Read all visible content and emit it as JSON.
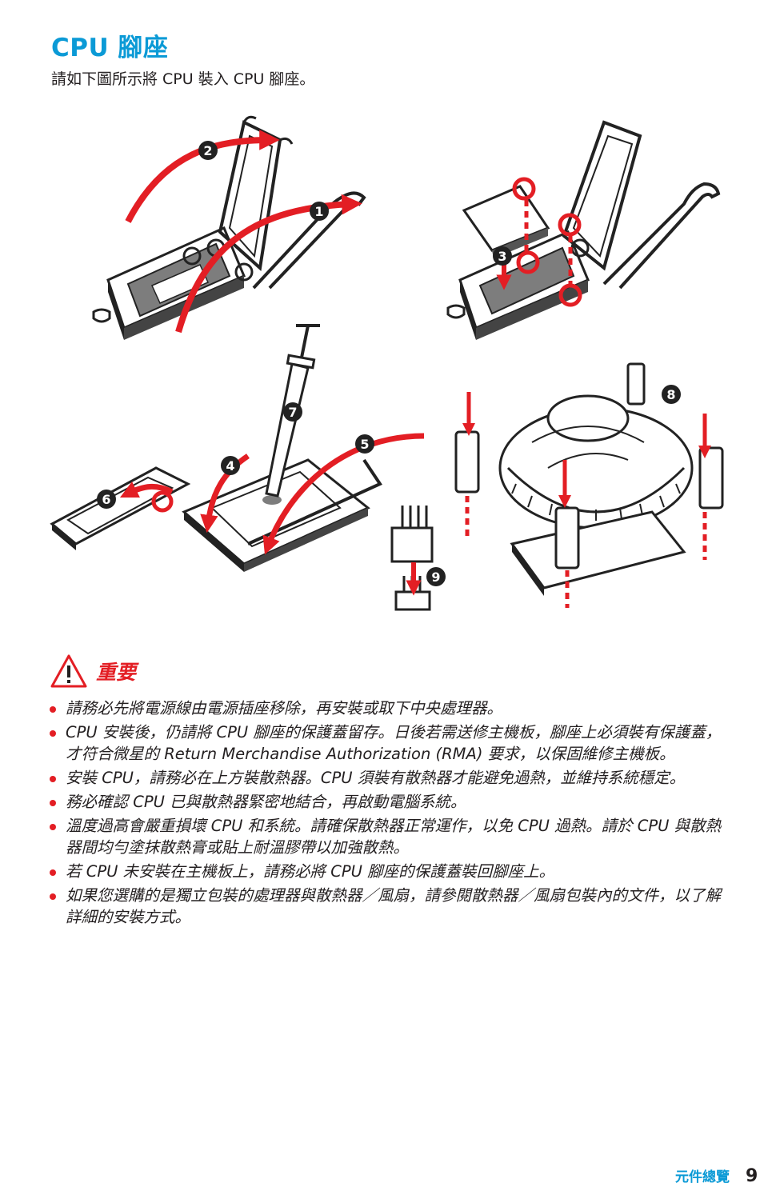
{
  "page": {
    "title": "CPU 腳座",
    "intro": "請如下圖所示將 CPU 裝入 CPU 腳座。"
  },
  "figure": {
    "steps": [
      "1",
      "2",
      "3",
      "4",
      "5",
      "6",
      "7",
      "8",
      "9"
    ]
  },
  "important": {
    "label": "重要",
    "icon": "warning-triangle-icon",
    "color": "#e31e24"
  },
  "notes": [
    "請務必先將電源線由電源插座移除，再安裝或取下中央處理器。",
    "CPU 安裝後，仍請將 CPU 腳座的保護蓋留存。日後若需送修主機板，腳座上必須裝有保護蓋，才符合微星的 Return Merchandise Authorization (RMA) 要求，以保固維修主機板。",
    "安裝 CPU，請務必在上方裝散熱器。CPU 須裝有散熱器才能避免過熱，並維持系統穩定。",
    "務必確認 CPU 已與散熱器緊密地結合，再啟動電腦系統。",
    "溫度過高會嚴重損壞 CPU 和系統。請確保散熱器正常運作，以免 CPU 過熱。請於 CPU 與散熱器間均勻塗抹散熱膏或貼上耐溫膠帶以加強散熱。",
    "若 CPU 未安裝在主機板上，請務必將 CPU 腳座的保護蓋裝回腳座上。",
    "如果您選購的是獨立包裝的處理器與散熱器／風扇，請參閱散熱器／風扇包裝內的文件，以了解詳細的安裝方式。"
  ],
  "footer": {
    "section": "元件總覽",
    "page_number": "9"
  },
  "colors": {
    "title": "#0b9ad6",
    "accent": "#e31e24",
    "text": "#231f20",
    "socket_gray": "#7d7d7d"
  }
}
